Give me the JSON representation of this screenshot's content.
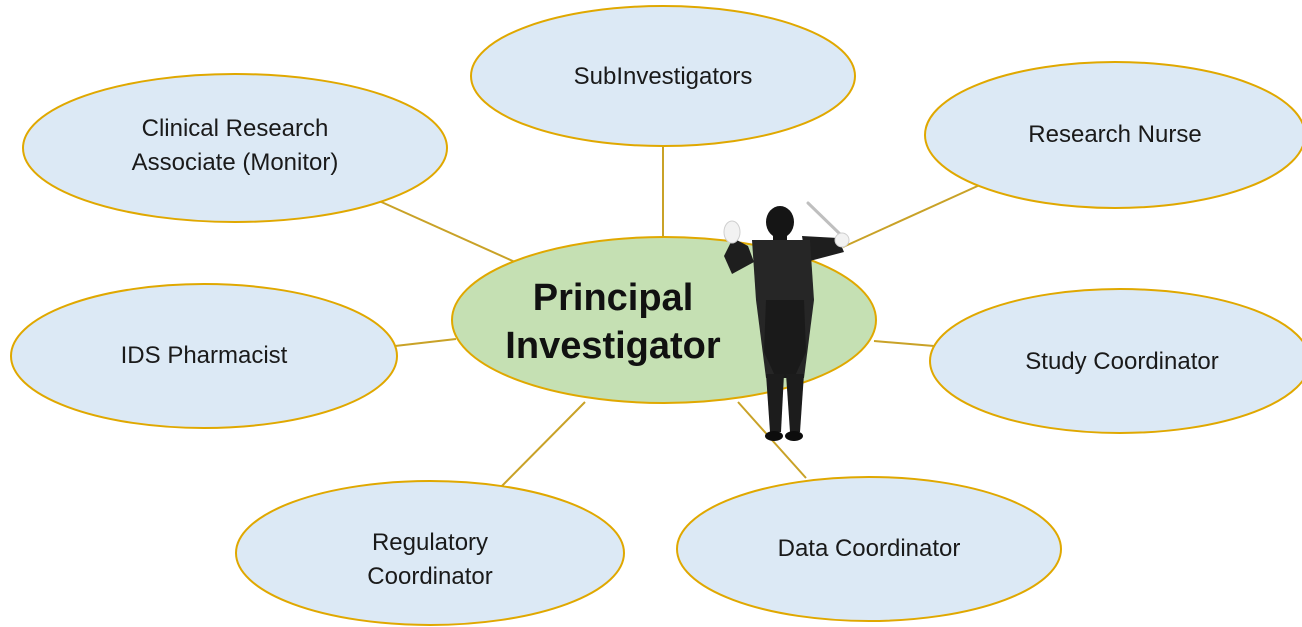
{
  "center": {
    "line1": "Principal",
    "line2": "Investigator"
  },
  "roles": {
    "subinvestigators": "SubInvestigators",
    "cra_line1": "Clinical Research",
    "cra_line2": "Associate (Monitor)",
    "research_nurse": "Research Nurse",
    "ids_pharmacist": "IDS Pharmacist",
    "study_coordinator": "Study Coordinator",
    "regulatory_line1": "Regulatory",
    "regulatory_line2": "Coordinator",
    "data_coordinator": "Data Coordinator"
  },
  "colors": {
    "node_fill": "#dce9f5",
    "center_fill": "#c5e0b3",
    "outline": "#e0a800",
    "connector": "#c9a227"
  },
  "illustration": "orchestra-conductor-figure"
}
